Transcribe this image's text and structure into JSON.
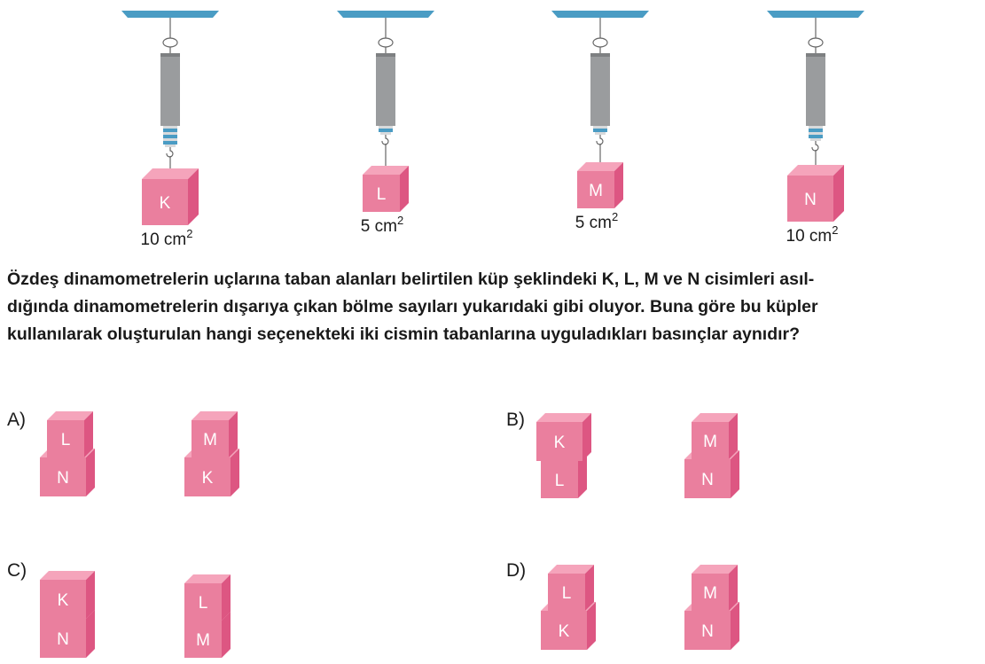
{
  "colors": {
    "ceiling": "#4a9cc4",
    "dynamometer_body": "#9a9c9e",
    "scale_blue": "#4a9cc4",
    "cube_front": "#ea7f9e",
    "cube_top": "#f5a4bb",
    "cube_side": "#dd5682",
    "cube_text": "#ffffff",
    "text": "#1a1a1a"
  },
  "setup": {
    "items": [
      {
        "label": "K",
        "area_value": "10 cm",
        "area_exp": "2",
        "scale_divisions": 3
      },
      {
        "label": "L",
        "area_value": "5 cm",
        "area_exp": "2",
        "scale_divisions": 1
      },
      {
        "label": "M",
        "area_value": "5 cm",
        "area_exp": "2",
        "scale_divisions": 1
      },
      {
        "label": "N",
        "area_value": "10 cm",
        "area_exp": "2",
        "scale_divisions": 2
      }
    ]
  },
  "question": {
    "lines": [
      "Özdeş dinamometrelerin uçlarına taban alanları belirtilen küp şeklindeki K, L, M ve N cisimleri asıl-",
      "dığında dinamometrelerin dışarıya çıkan bölme sayıları yukarıdaki gibi oluyor. Buna göre bu küpler",
      "kullanılarak oluşturulan hangi seçenekteki iki cismin tabanlarına uyguladıkları basınçlar aynıdır?"
    ]
  },
  "options": [
    {
      "letter": "A)",
      "stacks": [
        [
          "L",
          "N"
        ],
        [
          "M",
          "K"
        ]
      ]
    },
    {
      "letter": "B)",
      "stacks": [
        [
          "K",
          "L"
        ],
        [
          "M",
          "N"
        ]
      ]
    },
    {
      "letter": "C)",
      "stacks": [
        [
          "K",
          "N"
        ],
        [
          "L",
          "M"
        ]
      ]
    },
    {
      "letter": "D)",
      "stacks": [
        [
          "L",
          "K"
        ],
        [
          "M",
          "N"
        ]
      ]
    }
  ]
}
